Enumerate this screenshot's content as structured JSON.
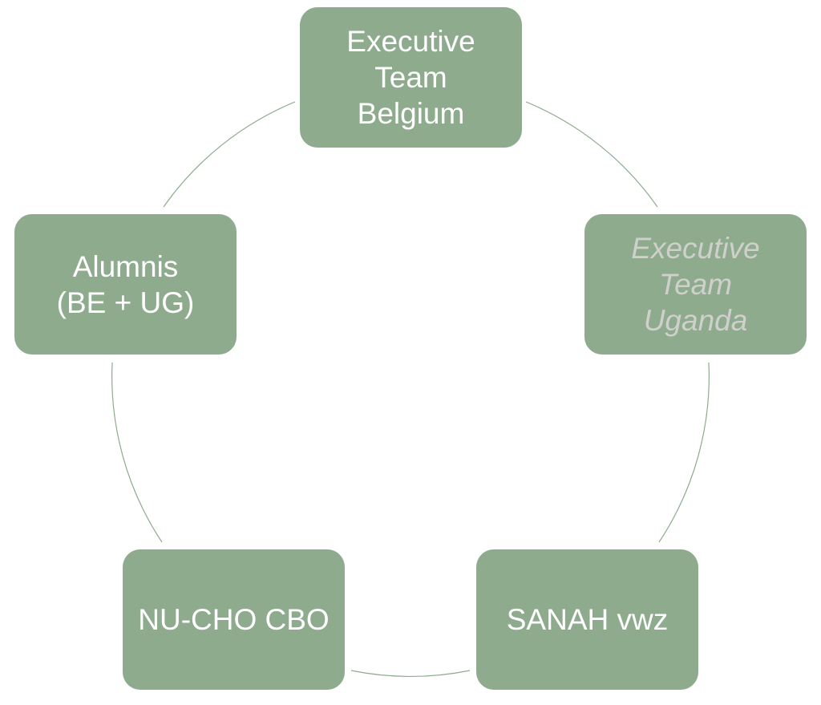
{
  "diagram": {
    "type": "cycle",
    "style": {
      "node_fill": "#8eab8e",
      "node_text": "#ffffff",
      "node_text_dim": "#cfd0cc",
      "connector": "#8eab8e"
    },
    "nodes": [
      {
        "id": "exec-belgium",
        "lines": [
          "Executive",
          "Team",
          "Belgium"
        ],
        "dim": false
      },
      {
        "id": "exec-uganda",
        "lines": [
          "Executive",
          "Team",
          "Uganda"
        ],
        "dim": true
      },
      {
        "id": "sanah",
        "lines": [
          "SANAH vwz"
        ],
        "dim": false
      },
      {
        "id": "nucho",
        "lines": [
          "NU-CHO CBO"
        ],
        "dim": false
      },
      {
        "id": "alumnis",
        "lines": [
          "Alumnis",
          "(BE + UG)"
        ],
        "dim": false
      }
    ]
  }
}
